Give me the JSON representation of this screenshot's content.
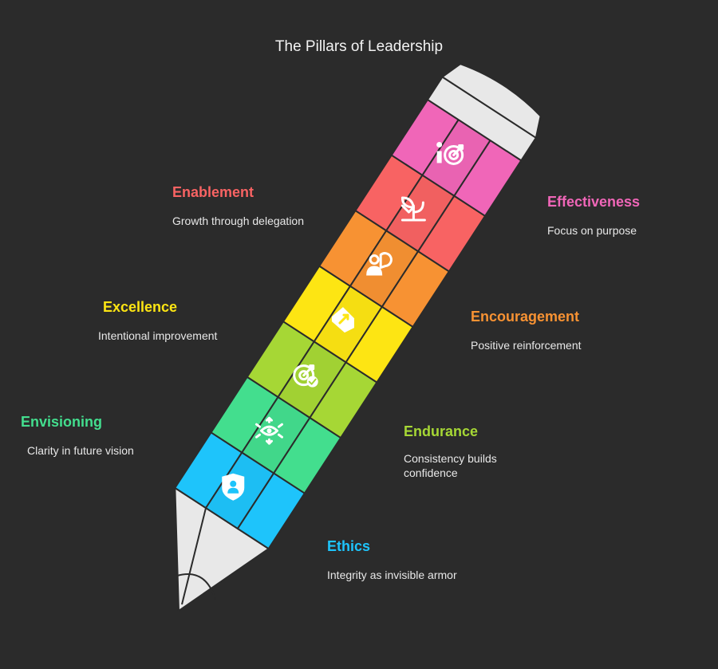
{
  "title": "The Pillars of Leadership",
  "colors": {
    "background": "#2b2b2b",
    "effectiveness": "#f066b8",
    "enablement": "#f86363",
    "encouragement": "#f79233",
    "excellence": "#fde513",
    "endurance": "#a6d735",
    "envisioning": "#43de8e",
    "ethics": "#1ec4fb",
    "eraser": "#e8e8e8",
    "tip": "#e8e8e8"
  },
  "pillars": [
    {
      "name": "Effectiveness",
      "description": "Focus on purpose",
      "icon": "person-target-icon",
      "color": "#f066b8"
    },
    {
      "name": "Enablement",
      "description": "Growth through delegation",
      "icon": "plant-growth-icon",
      "color": "#f86363"
    },
    {
      "name": "Encouragement",
      "description": "Positive reinforcement",
      "icon": "person-speech-icon",
      "color": "#f79233"
    },
    {
      "name": "Excellence",
      "description": "Intentional improvement",
      "icon": "tag-arrow-icon",
      "color": "#fde513"
    },
    {
      "name": "Endurance",
      "description": "Consistency builds confidence",
      "icon": "target-check-icon",
      "color": "#a6d735"
    },
    {
      "name": "Envisioning",
      "description": "Clarity in future vision",
      "icon": "eye-arrows-icon",
      "color": "#43de8e"
    },
    {
      "name": "Ethics",
      "description": "Integrity as invisible armor",
      "icon": "shield-person-icon",
      "color": "#1ec4fb"
    }
  ]
}
